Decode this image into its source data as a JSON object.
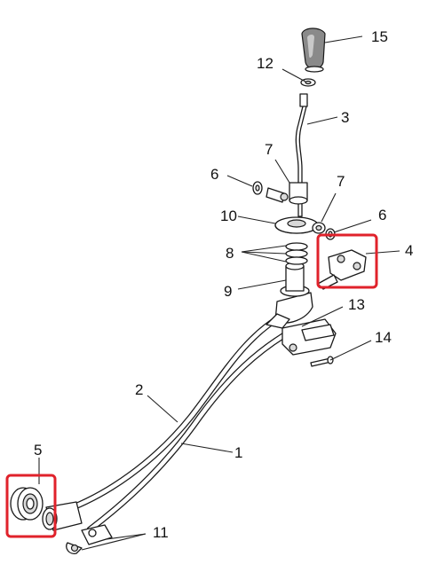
{
  "callouts": [
    {
      "id": "15",
      "text": "15"
    },
    {
      "id": "12",
      "text": "12"
    },
    {
      "id": "3",
      "text": "3"
    },
    {
      "id": "7a",
      "text": "7"
    },
    {
      "id": "6a",
      "text": "6"
    },
    {
      "id": "7b",
      "text": "7"
    },
    {
      "id": "10",
      "text": "10"
    },
    {
      "id": "6b",
      "text": "6"
    },
    {
      "id": "4",
      "text": "4"
    },
    {
      "id": "8",
      "text": "8"
    },
    {
      "id": "9",
      "text": "9"
    },
    {
      "id": "13",
      "text": "13"
    },
    {
      "id": "14",
      "text": "14"
    },
    {
      "id": "2",
      "text": "2"
    },
    {
      "id": "1",
      "text": "1"
    },
    {
      "id": "5",
      "text": "5"
    },
    {
      "id": "11",
      "text": "11"
    }
  ],
  "colors": {
    "highlight": "#e0222b",
    "line": "#222222",
    "background": "#ffffff"
  },
  "highlighted_parts": [
    "4",
    "5"
  ]
}
